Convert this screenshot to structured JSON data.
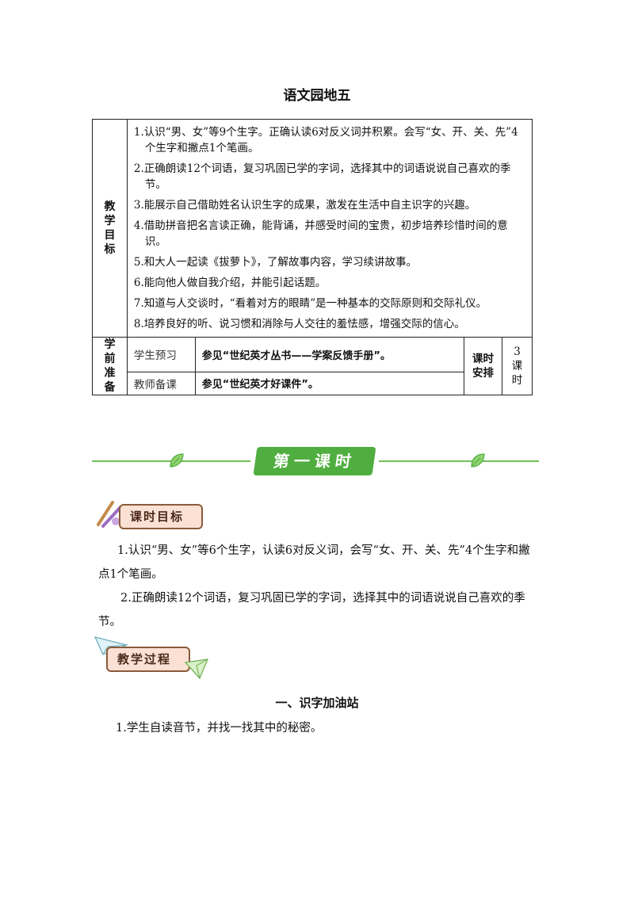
{
  "title": "语文园地五",
  "table": {
    "goals_label": "教学目标",
    "goals": [
      "1.认识“男、女”等9个生字。正确认读6对反义词并积累。会写“女、开、关、先”4个生字和撇点1个笔画。",
      "2.正确朗读12个词语，复习巩固已学的字词，选择其中的词语说说自己喜欢的季节。",
      "3.能展示自己借助姓名认识生字的成果，激发在生活中自主识字的兴趣。",
      "4.借助拼音把名言读正确，能背诵，并感受时间的宝贵，初步培养珍惜时间的意识。",
      "5.和大人一起读《拔萝卜》，了解故事内容，学习续讲故事。",
      "6.能向他人做自我介绍，并能引起话题。",
      "7.知道与人交谈时，“看着对方的眼睛”是一种基本的交际原则和交际礼仪。",
      "8.培养良好的听、说习惯和消除与人交往的羞怯感，增强交际的信心。"
    ],
    "prep_label": "学前准备",
    "student_label": "学生预习",
    "student_text": "参见“世纪英才丛书——学案反馈手册”。",
    "teacher_label": "教师备课",
    "teacher_text": "参见“世纪英才好课件”。",
    "hours_label": "课时安排",
    "hours_value": "3课时"
  },
  "banner": {
    "text": "第一课时"
  },
  "lesson_goals_tag": "课时目标",
  "lesson_goals": [
    "1.认识“男、女”等6个生字，认读6对反义词，会写“女、开、关、先”4个生字和撇点1个笔画。",
    "2.正确朗读12个词语，复习巩固已学的字词，选择其中的词语说说自己喜欢的季节。"
  ],
  "process_tag": "教学过程",
  "section1_title": "一、识字加油站",
  "step1": "1.学生自读音节，并找一找其中的秘密。",
  "colors": {
    "banner_green": "#4fae3f",
    "tag_bg": "#fbe1d4",
    "tag_border": "#8a5a3a"
  }
}
